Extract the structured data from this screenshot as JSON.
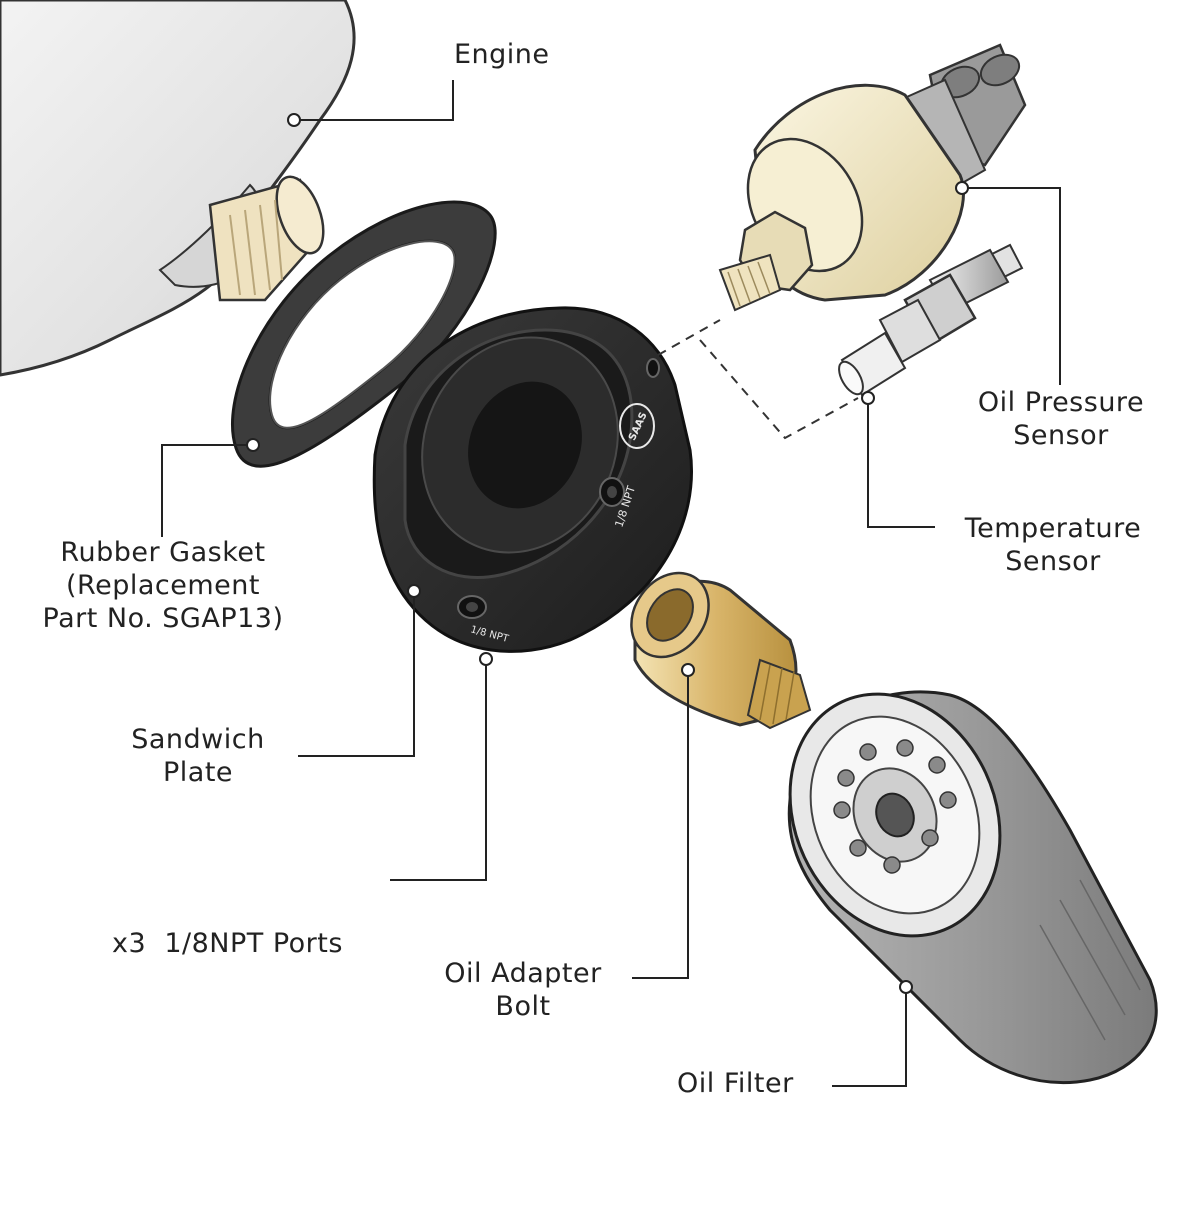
{
  "labels": {
    "engine": [
      "Engine"
    ],
    "oil_pressure_sensor": [
      "Oil Pressure",
      "Sensor"
    ],
    "temperature_sensor": [
      "Temperature",
      "Sensor"
    ],
    "rubber_gasket": [
      "Rubber Gasket",
      "(Replacement",
      "Part No. SGAP13)"
    ],
    "sandwich_plate": [
      "Sandwich",
      "Plate"
    ],
    "npt_ports": [
      "x3  1/8NPT Ports"
    ],
    "oil_adapter_bolt": [
      "Oil Adapter",
      "Bolt"
    ],
    "oil_filter": [
      "Oil Filter"
    ]
  },
  "markings": {
    "brand_logo": "SAAS",
    "port_label": "1/8 NPT"
  },
  "colors": {
    "leader_line": "#222222",
    "engine_body": "#e4e4e4",
    "gasket": "#3c3c3c",
    "plate": "#262626",
    "brass": "#d9b56a",
    "sensor_body": "#ede4c2",
    "filter_body": "#9a9a9a"
  }
}
